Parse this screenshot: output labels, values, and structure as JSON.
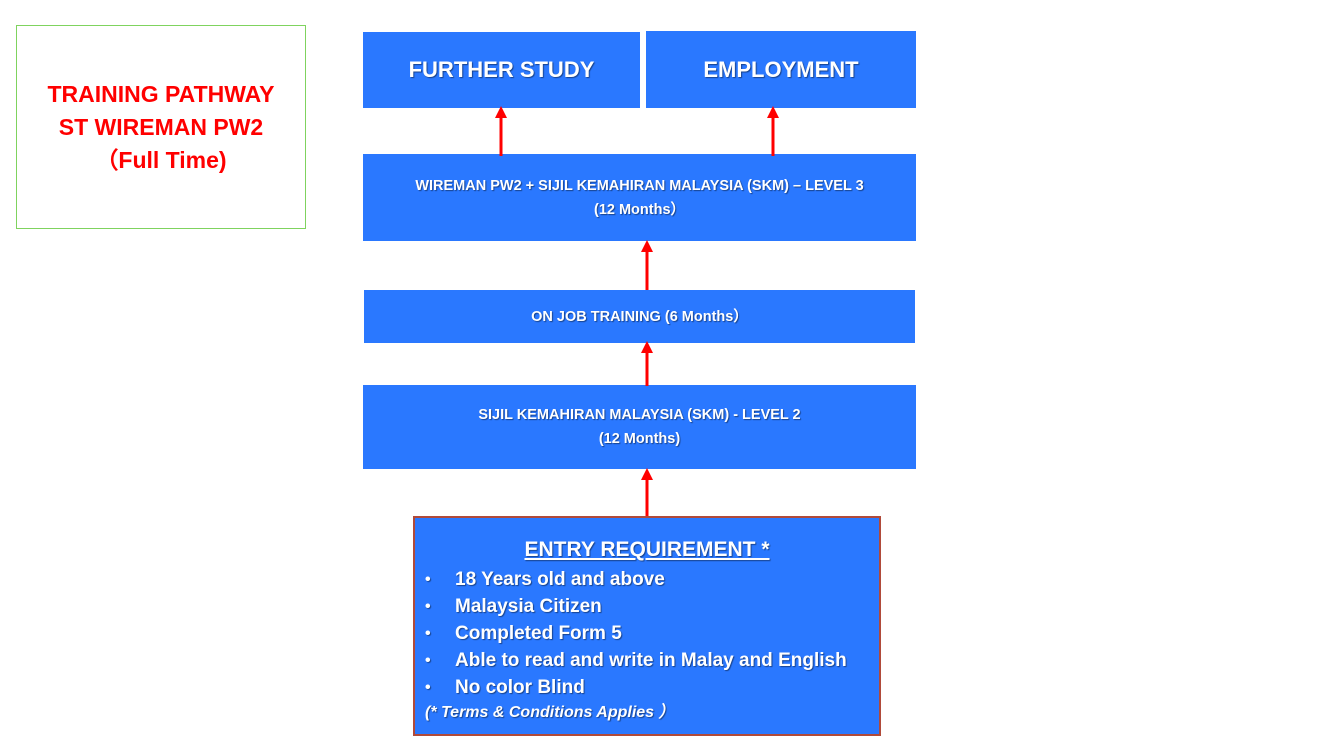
{
  "title": {
    "line1": "TRAINING PATHWAY",
    "line2": "ST WIREMAN PW2",
    "line3": "（Full Time)"
  },
  "outcomes": {
    "further_study": "FURTHER STUDY",
    "employment": "EMPLOYMENT"
  },
  "stages": {
    "level3": {
      "line1": "WIREMAN PW2 + SIJIL KEMAHIRAN MALAYSIA (SKM) – LEVEL 3",
      "line2": "(12 Months）"
    },
    "ojt": {
      "line1": "ON JOB TRAINING (6 Months）"
    },
    "level2": {
      "line1": "SIJIL KEMAHIRAN MALAYSIA (SKM) - LEVEL 2",
      "line2": "(12 Months)"
    }
  },
  "entry": {
    "title": "ENTRY REQUIREMENT *",
    "items": [
      "18 Years old and above",
      "Malaysia Citizen",
      "Completed Form 5",
      "Able to read and write in Malay and English",
      "No color Blind"
    ],
    "bullet": "•",
    "note": "(* Terms & Conditions Applies ）"
  },
  "colors": {
    "box_fill": "#2a78ff",
    "title_text": "#ff0000",
    "title_border": "#7fd35e",
    "arrow": "#ff0000",
    "entry_border": "#b04a3a"
  }
}
